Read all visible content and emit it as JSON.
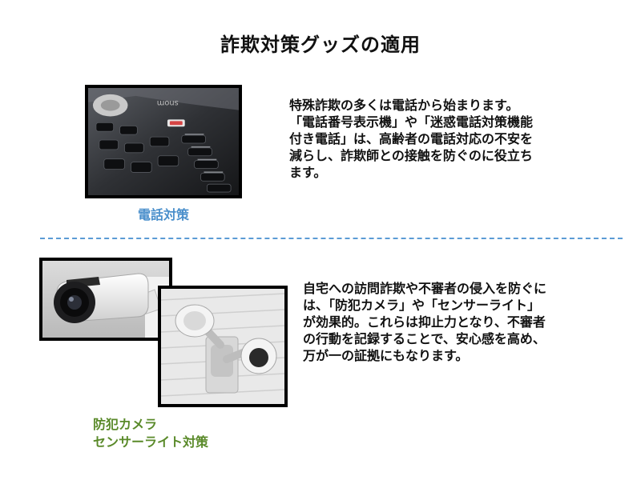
{
  "title": "詐欺対策グッズの適用",
  "section1": {
    "caption": "電話対策",
    "text_lines": [
      "特殊詐欺の多くは電話から始まります。",
      "「電話番号表示機」や「迷惑電話対策機能",
      "付き電話」は、高齢者の電話対応の不安を",
      "減らし、詐欺師との接触を防ぐのに役立ち",
      "ます。"
    ],
    "photo_brand": "snom"
  },
  "section2": {
    "caption_lines": [
      "防犯カメラ",
      "センサーライト対策"
    ],
    "text_lines": [
      "自宅への訪問詐欺や不審者の侵入を防ぐに",
      "は、「防犯カメラ」や「センサーライト」",
      "が効果的。これらは抑止力となり、不審者",
      "の行動を記録することで、安心感を高め、",
      "万が一の証拠にもなります。"
    ]
  },
  "colors": {
    "caption1": "#4a8fcb",
    "caption2": "#5a8a2a",
    "divider": "#5b9bd5"
  }
}
